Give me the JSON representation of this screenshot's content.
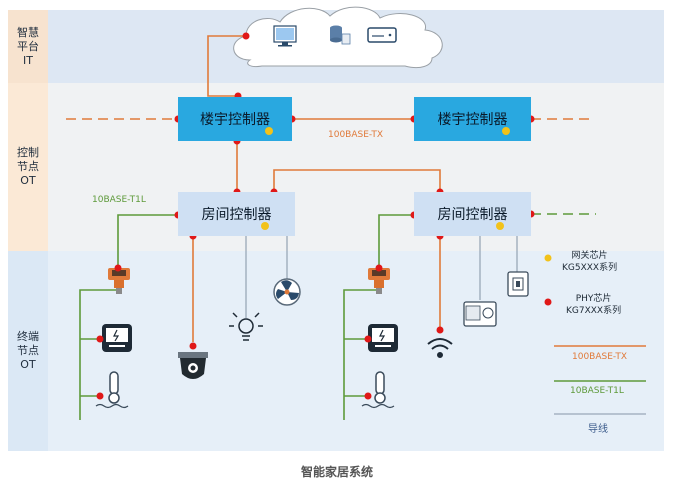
{
  "layers": {
    "it": "智慧\n平台\nIT",
    "control": "控制\n节点\nOT",
    "terminal": "终端\n节点\nOT"
  },
  "controllers": {
    "building_left": "楼宇控制器",
    "building_right": "楼宇控制器",
    "room_left": "房间控制器",
    "room_right": "房间控制器"
  },
  "link_labels": {
    "tx": "100BASE-TX",
    "t1l": "10BASE-T1L"
  },
  "legend": {
    "gateway_chip": "网关芯片\nKG5XXX系列",
    "phy_chip": "PHY芯片\nKG7XXX系列",
    "tx": "100BASE-TX",
    "t1l": "10BASE-T1L",
    "wire": "导线"
  },
  "caption": "智能家居系统",
  "colors": {
    "orange": "#e07a3a",
    "green": "#5e9a3a",
    "wire": "#9aa8b8",
    "controller_fill": "#29a8e0",
    "room_fill": "#cfe0f3",
    "phy_dot": "#e01818",
    "gateway_dot": "#f2c21a"
  },
  "icons": [
    "monitor-icon",
    "database-icon",
    "server-icon",
    "gas-sensor-icon",
    "meter-icon",
    "thermometer-icon",
    "camera-icon",
    "bulb-icon",
    "fan-icon",
    "wifi-icon",
    "air-conditioner-icon",
    "switch-icon"
  ]
}
